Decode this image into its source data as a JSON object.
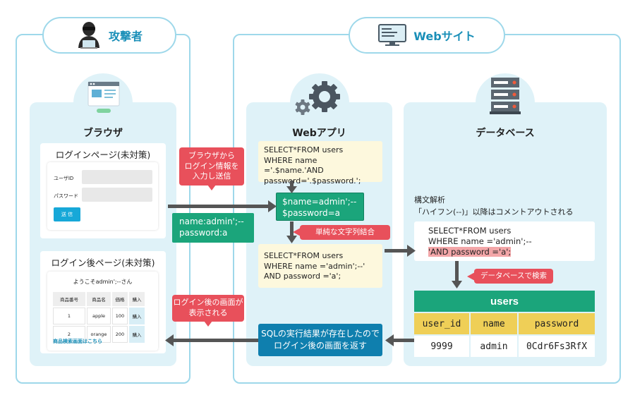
{
  "attacker": {
    "title": "攻撃者",
    "browser": {
      "title": "ブラウザ",
      "login_page": {
        "title": "ログインページ(未対策)",
        "user_label": "ユーザID",
        "pass_label": "パスワード",
        "send_label": "送 信"
      },
      "after_page": {
        "title": "ログイン後ページ(未対策)",
        "greeting": "ようこそadmin';--さん",
        "headers": [
          "商品番号",
          "商品名",
          "価格",
          "購入"
        ],
        "rows": [
          [
            "1",
            "apple",
            "100",
            "購入"
          ],
          [
            "2",
            "orange",
            "200",
            "購入"
          ]
        ],
        "link": "商品検索画面はこちら"
      }
    }
  },
  "website": {
    "title": "Webサイト",
    "webapp": {
      "title": "Webアプリ",
      "query_template": [
        "SELECT*FROM users",
        "WHERE name ='.$name.'AND",
        "password='.$password.';"
      ],
      "vars": [
        "$name=admin';--",
        "$password=a"
      ],
      "concat_label": "単純な文字列結合",
      "query_result": [
        "SELECT*FROM users",
        "WHERE name ='admin';--'",
        "AND password ='a';"
      ],
      "return_label": [
        "SQLの実行結果が存在したので",
        "ログイン後の画面を返す"
      ]
    },
    "database": {
      "title": "データベース",
      "parse_note": [
        "構文解析",
        "「ハイフン(--)」以降はコメントアウトされる"
      ],
      "parsed_query": [
        "SELECT*FROM users",
        "WHERE name ='admin';--"
      ],
      "parsed_comment": "'AND password ='a';",
      "search_label": "データベースで検索",
      "table": {
        "name": "users",
        "columns": [
          "user_id",
          "name",
          "password"
        ],
        "row": [
          "9999",
          "admin",
          "0Cdr6Fs3RfX"
        ]
      }
    }
  },
  "flow": {
    "send_callout": [
      "ブラウザから",
      "ログイン情報を",
      "入力し送信"
    ],
    "sent_values": [
      "name:admin';--",
      "password:a"
    ],
    "return_callout": [
      "ログイン後の画面が",
      "表示される"
    ]
  },
  "colors": {
    "panel_border": "#9ed8ea",
    "panel_fill": "#dff2f8",
    "accent_blue": "#1a8fb8",
    "green": "#1ba57b",
    "red": "#e8505b",
    "yellow": "#efcf57",
    "dark_blue": "#0f7fae",
    "arrow": "#555555"
  }
}
